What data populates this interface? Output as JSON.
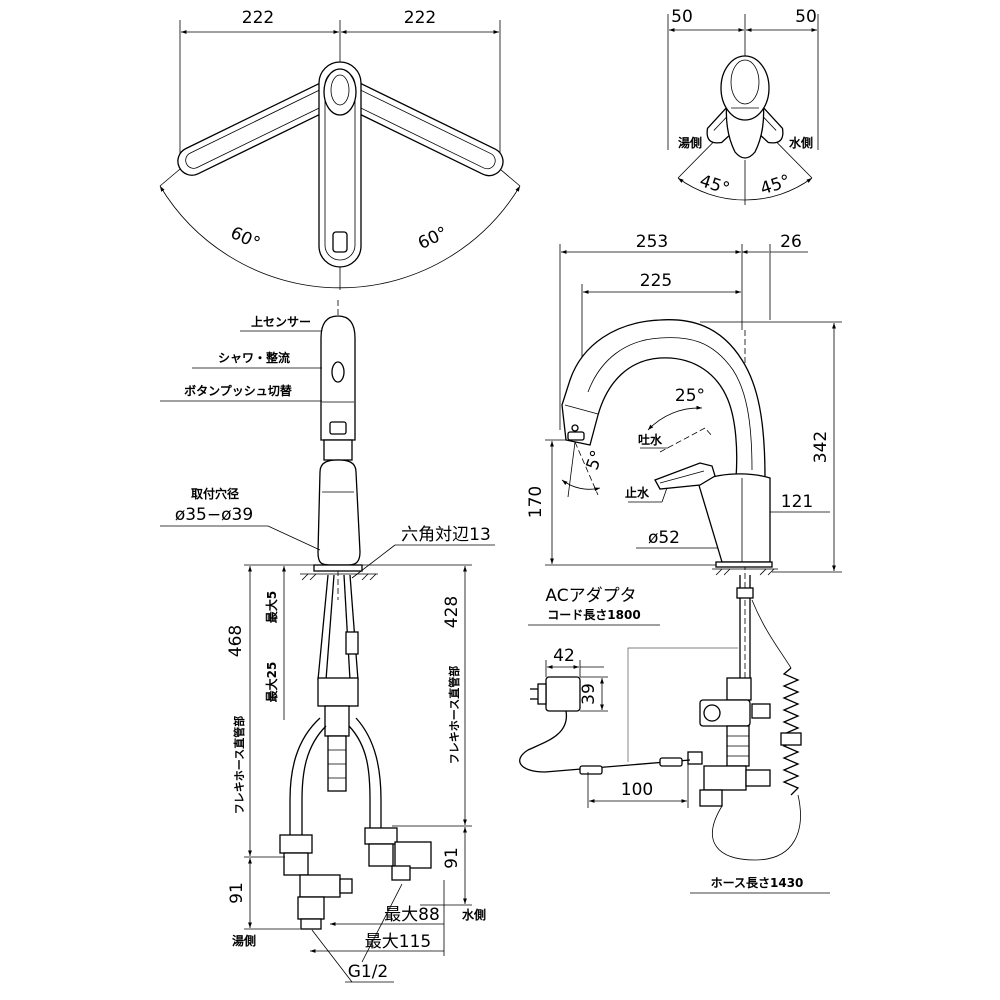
{
  "top_view": {
    "dim_left": "222",
    "dim_right": "222",
    "angle_left": "60°",
    "angle_right": "60°"
  },
  "handle_view": {
    "dim_left": "50",
    "dim_right": "50",
    "hot_side": "湯側",
    "cold_side": "水側",
    "angle_left": "45°",
    "angle_right": "45°"
  },
  "side_view": {
    "dim_253": "253",
    "dim_26": "26",
    "dim_225": "225",
    "dim_342": "342",
    "angle_25": "25°",
    "water_on": "吐水",
    "angle_5": "5°",
    "water_off": "止水",
    "dim_170": "170",
    "dim_121": "121",
    "dia_52": "ø52"
  },
  "front_view": {
    "sensor_label": "上センサー",
    "shower_label": "シャワ・整流",
    "button_label": "ボタンプッシュ切替",
    "hole_label": "取付穴径",
    "hole_dia": "ø35−ø39",
    "hex_label": "六角対辺13",
    "hose_left_label": "フレキホース直管部",
    "hose_left_dim": "468",
    "max5": "最大5",
    "max25": "最大25",
    "hose_right_label": "フレキホース直管部",
    "hose_right_dim": "428",
    "dim_91_right": "91",
    "dim_91_left": "91",
    "hot_side": "湯側",
    "cold_side": "水側",
    "max88": "最大88",
    "max115": "最大115",
    "thread": "G1/2"
  },
  "adapter": {
    "title": "ACアダプタ",
    "cord": "コード長さ1800",
    "dim_42": "42",
    "dim_39": "39",
    "dim_100": "100"
  },
  "hose": {
    "length": "ホース長さ1430"
  }
}
